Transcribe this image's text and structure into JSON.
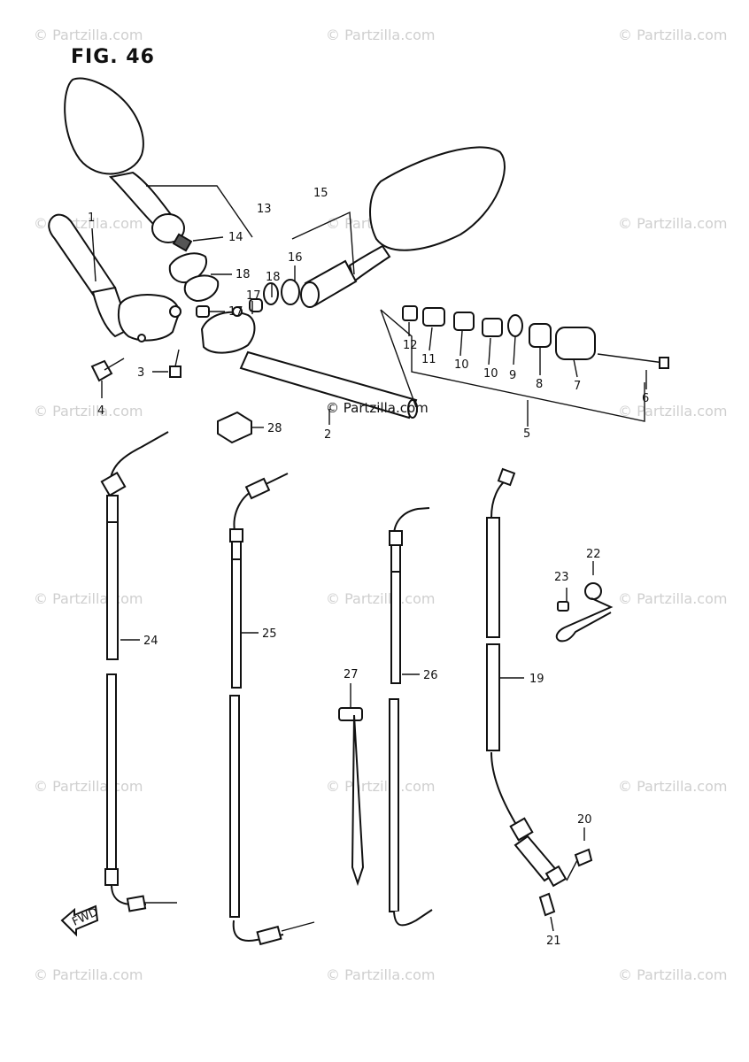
{
  "figure_title": "FIG. 46",
  "watermark": "© Partzilla.com",
  "fwd_label": "FWD",
  "callouts": {
    "c1": "1",
    "c2": "2",
    "c3": "3",
    "c4": "4",
    "c5": "5",
    "c6": "6",
    "c7": "7",
    "c8": "8",
    "c9": "9",
    "c10a": "10",
    "c10b": "10",
    "c11": "11",
    "c12": "12",
    "c13": "13",
    "c14": "14",
    "c15": "15",
    "c16": "16",
    "c17a": "17",
    "c17b": "17",
    "c18a": "18",
    "c18b": "18",
    "c19": "19",
    "c20": "20",
    "c21": "21",
    "c22": "22",
    "c23": "23",
    "c24": "24",
    "c25": "25",
    "c26": "26",
    "c27": "27",
    "c28": "28"
  }
}
